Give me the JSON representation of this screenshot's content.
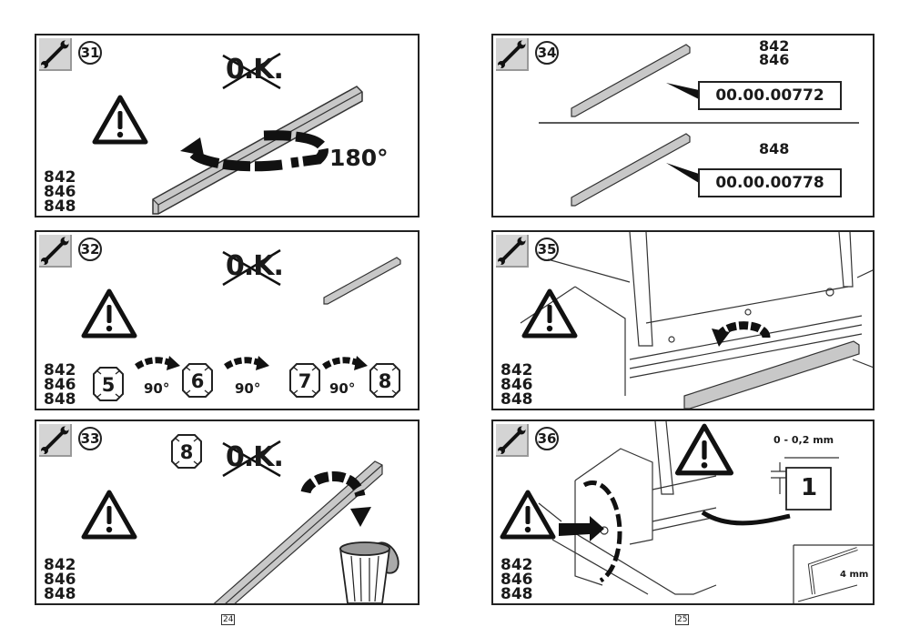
{
  "models": [
    "842",
    "846",
    "848"
  ],
  "ok_label": "0.K.",
  "panels": [
    {
      "step": "31",
      "rotation": "180°"
    },
    {
      "step": "32",
      "sequence": [
        "5",
        "6",
        "7",
        "8"
      ],
      "angle": "90°"
    },
    {
      "step": "33",
      "face": "8"
    },
    {
      "step": "34",
      "top_models": [
        "842",
        "846"
      ],
      "top_part": "00.00.00772",
      "bottom_model": "848",
      "bottom_part": "00.00.00778"
    },
    {
      "step": "35"
    },
    {
      "step": "36",
      "gap": "0 - 0,2 mm",
      "face": "1",
      "key_size": "4 mm"
    }
  ],
  "page_numbers": [
    "24",
    "25"
  ]
}
